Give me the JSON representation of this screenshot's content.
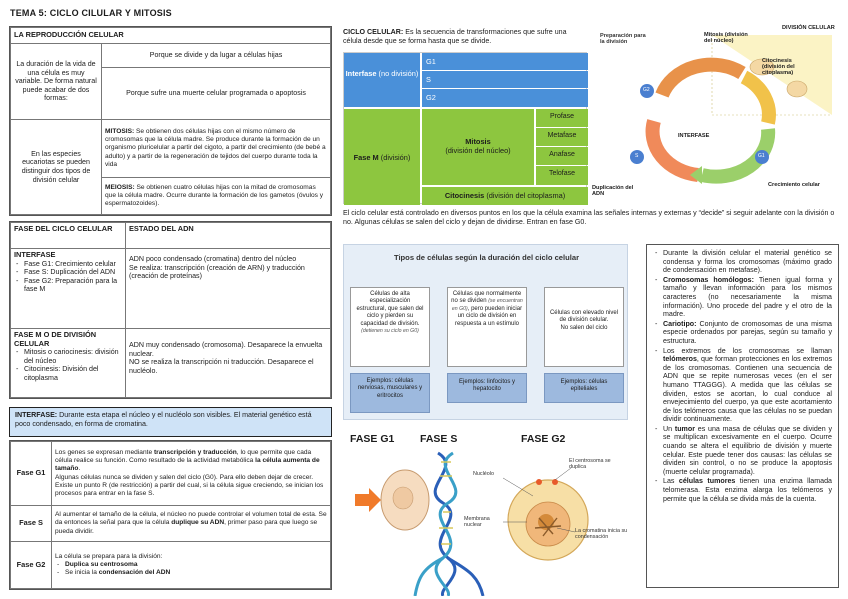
{
  "title": "TEMA 5: CICLO CILULAR Y MITOSIS",
  "repro": {
    "header": "LA REPRODUCCIÓN CELULAR",
    "left1": "La duración de la vida de una célula es muy variable. De forma natural puede acabar de dos formas:",
    "right1a": "Porque se divide y da lugar a células hijas",
    "right1b": "Porque sufre una muerte celular programada o apoptosis",
    "left2": "En las especies eucariotas se pueden distinguir dos tipos de división celular",
    "mitosis_term": "MITOSIS:",
    "mitosis_text": " Se obtienen dos células hijas con el mismo número de cromosomas que la célula madre. Se produce durante la formación de un organismo pluricelular a partir del cigoto, a partir del crecimiento (de bebé a adulto) y a partir de la regeneración de tejidos del cuerpo durante toda la vida",
    "meiosis_term": "MEIOSIS:",
    "meiosis_text": " Se obtienen cuatro células hijas con la mitad de cromosomas que la célula madre. Ocurre durante la formación de los gametos (óvulos y espermatozoides)."
  },
  "phase_table": {
    "h1": "FASE DEL CICLO CELULAR",
    "h2": "ESTADO DEL ADN",
    "interfase_label": "INTERFASE",
    "interfase_items": [
      "Fase G1: Crecimiento celular",
      "Fase S: Duplicación del ADN",
      "Fase G2: Preparación para la fase M"
    ],
    "interfase_state": "ADN poco condensado (cromatina) dentro del núcleo\nSe realiza: transcripción (creación de ARN) y traducción (creación de proteínas)",
    "m_label": "FASE M O DE DIVISIÓN CELULAR",
    "m_items": [
      "Mitosis o cariocinesis: división del núcleo",
      "Citocinesis: División del citoplasma"
    ],
    "m_state": "ADN muy condensado (cromosoma). Desaparece la envuelta nuclear.\nNO se realiza la transcripción ni traducción. Desaparece el nucléolo."
  },
  "interfase_box": {
    "term": "INTERFASE:",
    "text": " Durante esta etapa el núcleo y el nucléolo son visibles. El material genético está poco condensado, en forma de cromatina.",
    "g1_label": "Fase G1",
    "g1_a": "Los genes se expresan mediante ",
    "g1_b": "transcripción y traducción",
    "g1_c": ", lo que permite que cada célula realice su función. Como resultado de la actividad metabólica ",
    "g1_d": "la célula aumenta de tamaño",
    "g1_e": ".\nAlgunas células nunca se dividen y salen del ciclo (G0). Para ello deben dejar de crecer. Existe un punto R (de restricción) a partir del cual, si la célula sigue creciendo, se inician los procesos para entrar en la fase S.",
    "s_label": "Fase S",
    "s_a": "Al aumentar el tamaño de la célula, el núcleo no puede controlar el volumen total de esta. Se da entonces la señal para que la célula ",
    "s_b": "duplique su ADN",
    "s_c": ", primer paso para que luego se pueda dividir.",
    "g2_label": "Fase G2",
    "g2_intro": "La célula se prepara para la división:",
    "g2_item1": "Duplica su centrosoma",
    "g2_item2a": "Se inicia la ",
    "g2_item2b": "condensación del ADN"
  },
  "ciclo": {
    "term": "CICLO CELULAR:",
    "text": " Es la secuencia de transformaciones que sufre una célula desde que se forma hasta que se divide.",
    "interfase": "Interfase",
    "interfase_sub": "(no división)",
    "g1": "G1",
    "s": "S",
    "g2": "G2",
    "fase_m": "Fase M",
    "fase_m_sub": "(división)",
    "mitosis": "Mitosis",
    "mitosis_sub": "(división del núcleo)",
    "profase": "Profase",
    "metafase": "Metafase",
    "anafase": "Anafase",
    "telofase": "Telofase",
    "citocinesis": "Citocinesis",
    "citocinesis_sub": "(división del citoplasma)"
  },
  "cycle_diagram": {
    "division": "DIVISIÓN CELULAR",
    "preparacion": "Preparación para la división",
    "mitosis": "Mitosis (división del núcleo)",
    "citocinesis": "Citocinesis (división del citoplasma)",
    "interfase": "INTERFASE",
    "duplicacion": "Duplicación del ADN",
    "crecimiento": "Crecimiento celular",
    "g1": "G1",
    "g2": "G2",
    "s": "S"
  },
  "control_text": "El ciclo celular está controlado en diversos puntos en los que la célula examina las señales internas y externas y “decide” si seguir adelante con la división o no. Algunas células se salen del ciclo y dejan de dividirse. Entran en fase G0.",
  "tipos": {
    "title": "Tipos de células según la duración del ciclo celular",
    "c1": "Células de alta especialización estructural, que salen del ciclo y pierden su capacidad de división.",
    "c1_note": "(detienen su ciclo en G0)",
    "c2a": "Células que normalmente no se dividen",
    "c2_note": "(se encuentran en G0)",
    "c2b": ", pero pueden iniciar un ciclo de división en respuesta a un estímulo",
    "c3": "Células con elevado nivel de división celular.",
    "c3b": "No salen del ciclo",
    "e1": "Ejemplos: células nerviosas, musculares y eritrocitos",
    "e2": "Ejemplos: linfocitos y hepatocito",
    "e3": "Ejemplos: células epiteliales"
  },
  "fases_img": {
    "g1": "FASE G1",
    "s": "FASE S",
    "g2": "FASE G2",
    "nucleolo": "Nucléolo",
    "membrana": "Membrana nuclear",
    "centrosoma": "El centrosoma se duplica",
    "cromatina": "La cromatina inicia su condensación"
  },
  "right": {
    "p1": "Durante la división celular el material genético se condensa y forma los cromosomas (máximo grado de condensación en metafase).",
    "p2_term": "Cromosomas homólogos:",
    "p2": " Tienen igual forma y tamaño y llevan información para los mismos caracteres (no necesariamente la misma información). Uno procede del padre y el otro de la madre.",
    "p3_term": "Cariotipo:",
    "p3": " Conjunto de cromosomas de una misma especie ordenados por parejas, según su tamaño y estructura.",
    "p4a": "Los extremos de los cromosomas se llaman ",
    "p4_term": "telómeros",
    "p4b": ", que forman protecciones en los extremos de los cromosomas. Contienen una secuencia de ADN que se repite numerosas veces (en el ser humano TTAGGG). A medida que las células se dividen, estos se acortan, lo cual conduce al envejecimiento del cuerpo, ya que este acortamiento de los telómeros causa que las células no se puedan dividir continuamente.",
    "p5a": "Un ",
    "p5_term": "tumor",
    "p5b": " es una masa de células que se dividen y se multiplican excesivamente en el cuerpo. Ocurre cuando se altera el equilibrio de división y muerte celular. Este puede tener dos causas: las células se dividen sin control, o no se produce la apoptosis (muerte celular programada).",
    "p6a": "Las ",
    "p6_term": "células tumores",
    "p6b": " tienen una enzima llamada telomerasa. Esta enzima alarga los telómeros y permite que la célula se divida más de la cuenta."
  },
  "colors": {
    "interfase_blue": "#4a90d9",
    "fase_m_green": "#8dc63f",
    "highlight_blue": "#cfe3f7",
    "tipos_bg": "#e6eef7",
    "ejemplo_blue": "#9db9de"
  }
}
